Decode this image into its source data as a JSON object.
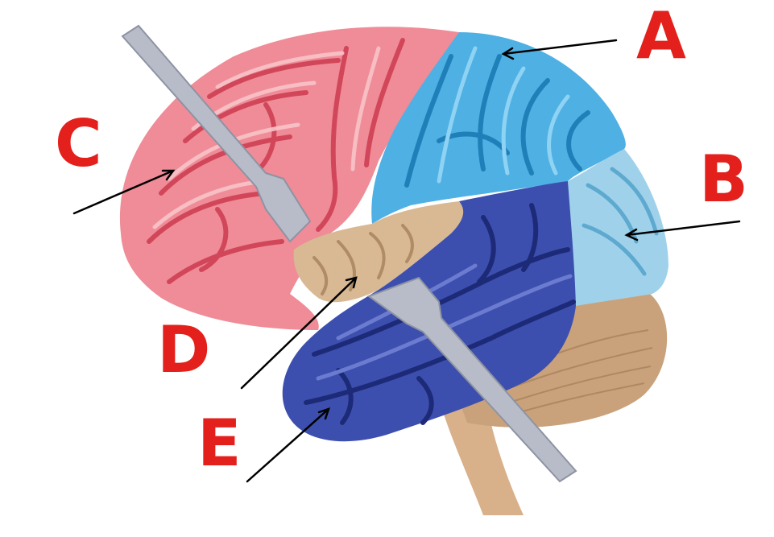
{
  "labels": {
    "a": "A",
    "b": "B",
    "c": "C",
    "d": "D",
    "e": "E"
  },
  "colors": {
    "frontal": "#ef8c97",
    "frontal_ridge": "#f8c4c9",
    "frontal_groove": "#d2465a",
    "parietal": "#4fb0e3",
    "parietal_ridge": "#8fd3f4",
    "parietal_groove": "#1f7fb8",
    "occipital": "#9fd2ea",
    "occipital_groove": "#5ea9cf",
    "temporal": "#3c4fae",
    "temporal_ridge": "#6b7cd0",
    "temporal_groove": "#1d2a78",
    "insula": "#d8b994",
    "cerebellum": "#c9a27c",
    "brainstem": "#d8b08a",
    "retractor": "#b8bcc8",
    "label_red": "#e3201b",
    "arrow": "#000000"
  }
}
